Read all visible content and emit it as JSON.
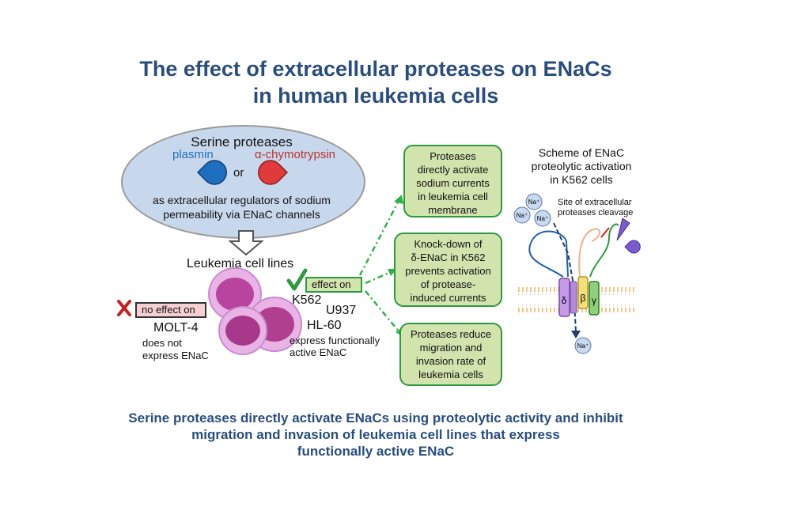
{
  "title": {
    "line1": "The effect of extracellular proteases on ENaCs",
    "line2": "in human leukemia cells"
  },
  "proteases": {
    "heading": "Serine proteases",
    "plasmin": "plasmin",
    "or": "or",
    "chymotrypsin": "α-chymotrypsin",
    "desc_line1": "as extracellular regulators of sodium",
    "desc_line2": "permeability via ENaC channels",
    "plasmin_color": "#1e6fc0",
    "chymotrypsin_color": "#b83232"
  },
  "cells": {
    "heading": "Leukemia cell lines",
    "no_effect_label": "no effect on",
    "effect_label": "effect on",
    "molt4": "MOLT-4",
    "molt4_note_line1": "does not",
    "molt4_note_line2": "express ENaC",
    "k562": "K562",
    "u937": "U937",
    "hl60": "HL-60",
    "active_note_line1": "express functionally",
    "active_note_line2": "active ENaC"
  },
  "results": [
    {
      "lines": [
        "Proteases",
        "directly activate",
        "sodium currents",
        "in leukemia cell",
        "membrane"
      ]
    },
    {
      "lines": [
        "Knock-down of",
        "δ-ENaC in K562",
        "prevents activation",
        "of  protease-",
        "induced currents"
      ]
    },
    {
      "lines": [
        "Proteases reduce",
        "migration and",
        "invasion rate of",
        "leukemia cells"
      ]
    }
  ],
  "scheme": {
    "title_line1": "Scheme of ENaC",
    "title_line2": "proteolytic activation",
    "title_line3": "in K562 cells",
    "cleavage_line1": "Site of extracellular",
    "cleavage_line2": "proteases cleavage",
    "na_ion": "Na⁺",
    "subunit_delta": "δ",
    "subunit_beta": "β",
    "subunit_gamma": "γ"
  },
  "footer": {
    "line1": "Serine proteases directly activate ENaCs using proteolytic activity and inhibit",
    "line2": "migration and invasion of leukemia cell lines that express",
    "line3": "functionally active ENaC"
  }
}
